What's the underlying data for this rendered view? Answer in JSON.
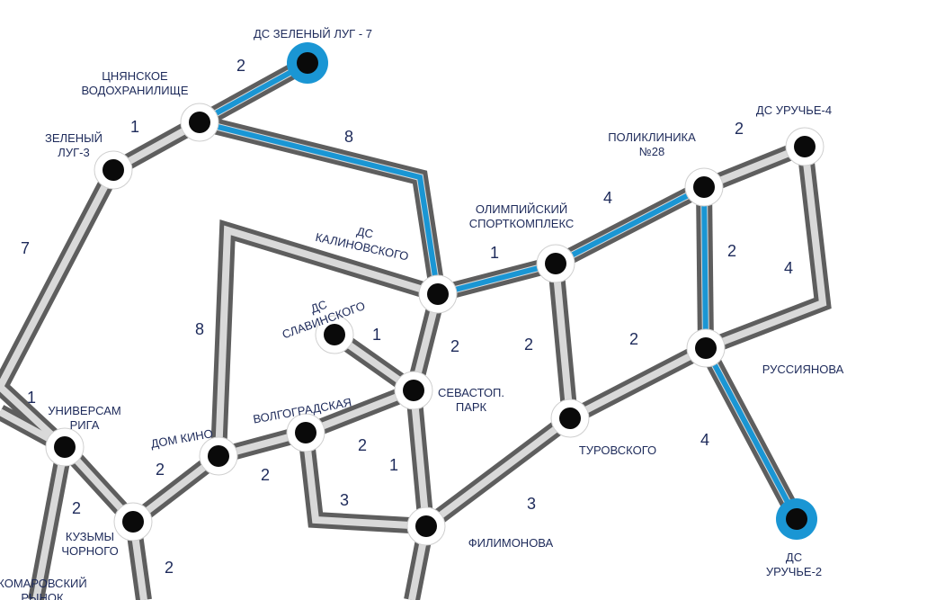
{
  "theme": {
    "route_color": "#1a96d4",
    "road_outer": "#5e5e5e",
    "road_inner": "#d9d9d9",
    "text_color": "#1d2a5a",
    "stop_color": "#0a0a0a"
  },
  "stops": [
    {
      "id": "zeleny_lug_7",
      "label": [
        "ДС ЗЕЛЕНЫЙ ЛУГ - 7"
      ],
      "terminal": true
    },
    {
      "id": "tsnyanskoe",
      "label": [
        "ЦНЯНСКОЕ",
        "ВОДОХРАНИЛИЩЕ"
      ],
      "terminal": false
    },
    {
      "id": "zeleny_lug_3",
      "label": [
        "ЗЕЛЕНЫЙ",
        "ЛУГ-3"
      ],
      "terminal": false
    },
    {
      "id": "ds_kalinovskogo",
      "label": [
        "ДС",
        "КАЛИНОВСКОГО"
      ],
      "terminal": false
    },
    {
      "id": "olimpiysky",
      "label": [
        "ОЛИМПИЙСКИЙ",
        "СПОРТКОМПЛЕКС"
      ],
      "terminal": false
    },
    {
      "id": "poliklinika_28",
      "label": [
        "ПОЛИКЛИНИКА",
        "№28"
      ],
      "terminal": false
    },
    {
      "id": "ds_uruchye_4",
      "label": [
        "ДС УРУЧЬЕ-4"
      ],
      "terminal": false
    },
    {
      "id": "ds_slavinskogo",
      "label": [
        "ДС",
        "СЛАВИНСКОГО"
      ],
      "terminal": false
    },
    {
      "id": "sevastop_park",
      "label": [
        "СЕВАСТОП.",
        "ПАРК"
      ],
      "terminal": false
    },
    {
      "id": "russiyanova",
      "label": [
        "РУССИЯНОВА"
      ],
      "terminal": false
    },
    {
      "id": "volgogradskaya",
      "label": [
        "ВОЛГОГРАДСКАЯ"
      ],
      "terminal": false
    },
    {
      "id": "dom_kino",
      "label": [
        "ДОМ КИНО"
      ],
      "terminal": false
    },
    {
      "id": "turovskogo",
      "label": [
        "ТУРОВСКОГО"
      ],
      "terminal": false
    },
    {
      "id": "universam_riga",
      "label": [
        "УНИВЕРСАМ",
        "РИГА"
      ],
      "terminal": false
    },
    {
      "id": "kuzmy_chernogo",
      "label": [
        "КУЗЬМЫ",
        "ЧОРНОГО"
      ],
      "terminal": false
    },
    {
      "id": "filimonova",
      "label": [
        "ФИЛИМОНОВА"
      ],
      "terminal": false
    },
    {
      "id": "ds_uruchye_2",
      "label": [
        "ДС",
        "УРУЧЬЕ-2"
      ],
      "terminal": true
    },
    {
      "id": "komarovsky",
      "label": [
        "КОМАРОВСКИЙ",
        "РЫНОК"
      ],
      "terminal": false
    }
  ],
  "edges": [
    {
      "id": "e_zl7_tsn",
      "from": "zeleny_lug_7",
      "to": "tsnyanskoe",
      "distance": "2",
      "route": true
    },
    {
      "id": "e_tsn_zl3",
      "from": "tsnyanskoe",
      "to": "zeleny_lug_3",
      "distance": "1",
      "route": false
    },
    {
      "id": "e_tsn_kal",
      "from": "tsnyanskoe",
      "to": "ds_kalinovskogo",
      "distance": "8",
      "route": true
    },
    {
      "id": "e_zl3_riga",
      "from": "zeleny_lug_3",
      "to": "universam_riga",
      "distance": "7",
      "route": false
    },
    {
      "id": "e_kal_olim",
      "from": "ds_kalinovskogo",
      "to": "olimpiysky",
      "distance": "1",
      "route": true
    },
    {
      "id": "e_olim_pol",
      "from": "olimpiysky",
      "to": "poliklinika_28",
      "distance": "4",
      "route": true
    },
    {
      "id": "e_pol_uru4",
      "from": "poliklinika_28",
      "to": "ds_uruchye_4",
      "distance": "2",
      "route": false
    },
    {
      "id": "e_pol_rus",
      "from": "poliklinika_28",
      "to": "russiyanova",
      "distance": "2",
      "route": true
    },
    {
      "id": "e_uru4_rus",
      "from": "ds_uruchye_4",
      "to": "russiyanova",
      "distance": "4",
      "route": false
    },
    {
      "id": "e_rus_uru2",
      "from": "russiyanova",
      "to": "ds_uruchye_2",
      "distance": "4",
      "route": true
    },
    {
      "id": "e_rus_tur",
      "from": "russiyanova",
      "to": "turovskogo",
      "distance": "2",
      "route": false
    },
    {
      "id": "e_olim_tur",
      "from": "olimpiysky",
      "to": "turovskogo",
      "distance": "2",
      "route": false
    },
    {
      "id": "e_kal_sev",
      "from": "ds_kalinovskogo",
      "to": "sevastop_park",
      "distance": "2",
      "route": false
    },
    {
      "id": "e_kal_kino",
      "from": "ds_kalinovskogo",
      "to": "dom_kino",
      "distance": "8",
      "route": false
    },
    {
      "id": "e_slav_sev",
      "from": "ds_slavinskogo",
      "to": "sevastop_park",
      "distance": "1",
      "route": false
    },
    {
      "id": "e_sev_volg",
      "from": "sevastop_park",
      "to": "volgogradskaya",
      "distance": "2",
      "route": false
    },
    {
      "id": "e_sev_fil",
      "from": "sevastop_park",
      "to": "filimonova",
      "distance": "1",
      "route": false
    },
    {
      "id": "e_volg_kino",
      "from": "volgogradskaya",
      "to": "dom_kino",
      "distance": "2",
      "route": false
    },
    {
      "id": "e_volg_fil",
      "from": "volgogradskaya",
      "to": "filimonova",
      "distance": "3",
      "route": false
    },
    {
      "id": "e_tur_fil",
      "from": "turovskogo",
      "to": "filimonova",
      "distance": "3",
      "route": false
    },
    {
      "id": "e_kino_kuz",
      "from": "dom_kino",
      "to": "kuzmy_chernogo",
      "distance": "2",
      "route": false
    },
    {
      "id": "e_riga_kuz",
      "from": "universam_riga",
      "to": "kuzmy_chernogo",
      "distance": "2",
      "route": false
    },
    {
      "id": "e_riga_west",
      "from": "universam_riga",
      "to": "",
      "distance": "1",
      "route": false
    },
    {
      "id": "e_kuz_south",
      "from": "kuzmy_chernogo",
      "to": "",
      "distance": "2",
      "route": false
    },
    {
      "id": "e_riga_kom",
      "from": "universam_riga",
      "to": "komarovsky",
      "distance": "",
      "route": false
    },
    {
      "id": "e_fil_south",
      "from": "filimonova",
      "to": "",
      "distance": "",
      "route": false
    }
  ]
}
